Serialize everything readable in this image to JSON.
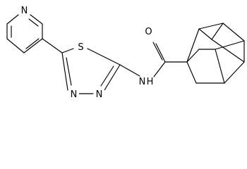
{
  "molecule": {
    "atoms": {
      "pyridine_n": "N",
      "thiadiazole_s": "S",
      "thiadiazole_n_left": "N",
      "thiadiazole_n_right": "N",
      "amide_n": "N",
      "amide_h": "H",
      "carbonyl_o": "O"
    }
  }
}
